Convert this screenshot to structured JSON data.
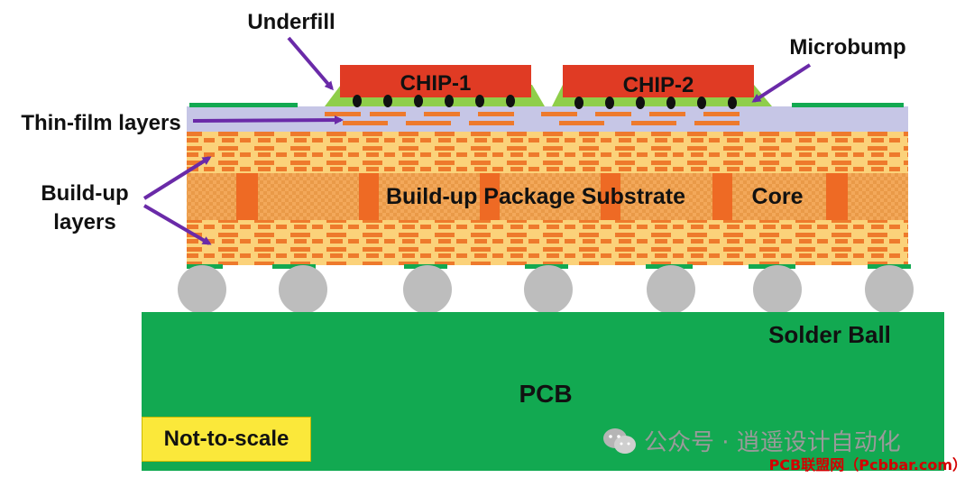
{
  "labels": {
    "underfill": "Underfill",
    "microbump": "Microbump",
    "thin_film": "Thin-film layers",
    "build_up_line1": "Build-up",
    "build_up_line2": "layers",
    "chip1": "CHIP-1",
    "chip2": "CHIP-2",
    "substrate": "Build-up Package Substrate",
    "core": "Core",
    "solder_ball": "Solder Ball",
    "pcb": "PCB",
    "not_to_scale": "Not-to-scale"
  },
  "watermark": {
    "wechat_text": "公众号 · 逍遥设计自动化",
    "credit": "PCB联盟网（Pcbbar.com）"
  },
  "colors": {
    "chip": "#e03b24",
    "underfill": "#8fce4a",
    "thin_film": "#c6c6e6",
    "substrate_light": "#fbd27a",
    "trace": "#ee7a2c",
    "pcb": "#12a951",
    "solder_ball": "#bdbdbd",
    "arrow": "#6a2aa8",
    "pad": "#12a951"
  },
  "icons": {
    "wechat": "wechat-icon"
  }
}
